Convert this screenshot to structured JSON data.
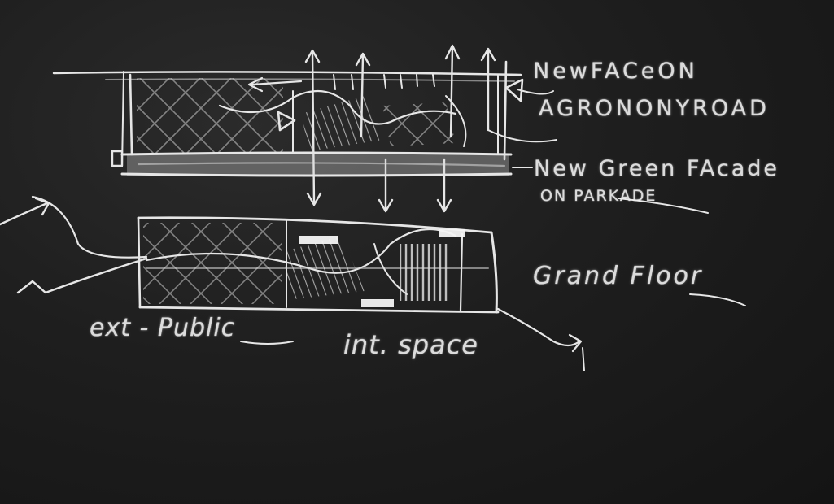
{
  "labels": {
    "new_face": "NewFACeON",
    "agronomy": "AGRONONYROAD",
    "green_facade": "New Green FAcade",
    "parkade": "ON PARKADE",
    "ground_floor": "Grand Floor",
    "ext_public": "ext - Public",
    "int_space": "int. space"
  },
  "colors": {
    "chalk": "#e6e6e6",
    "board": "#1e1e1e"
  }
}
